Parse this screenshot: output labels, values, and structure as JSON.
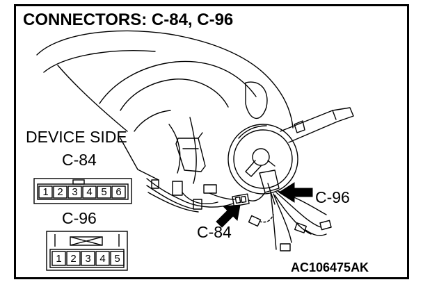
{
  "title": "CONNECTORS: C-84, C-96",
  "device_side_label": "DEVICE SIDE",
  "connector_c84": {
    "label": "C-84",
    "pins": [
      "1",
      "2",
      "3",
      "4",
      "5",
      "6"
    ]
  },
  "connector_c96": {
    "label": "C-96",
    "pins": [
      "1",
      "2",
      "3",
      "4",
      "5"
    ]
  },
  "callouts": {
    "c96": "C-96",
    "c84": "C-84"
  },
  "figure_code": "AC106475AK",
  "colors": {
    "line": "#000000",
    "background": "#ffffff"
  }
}
